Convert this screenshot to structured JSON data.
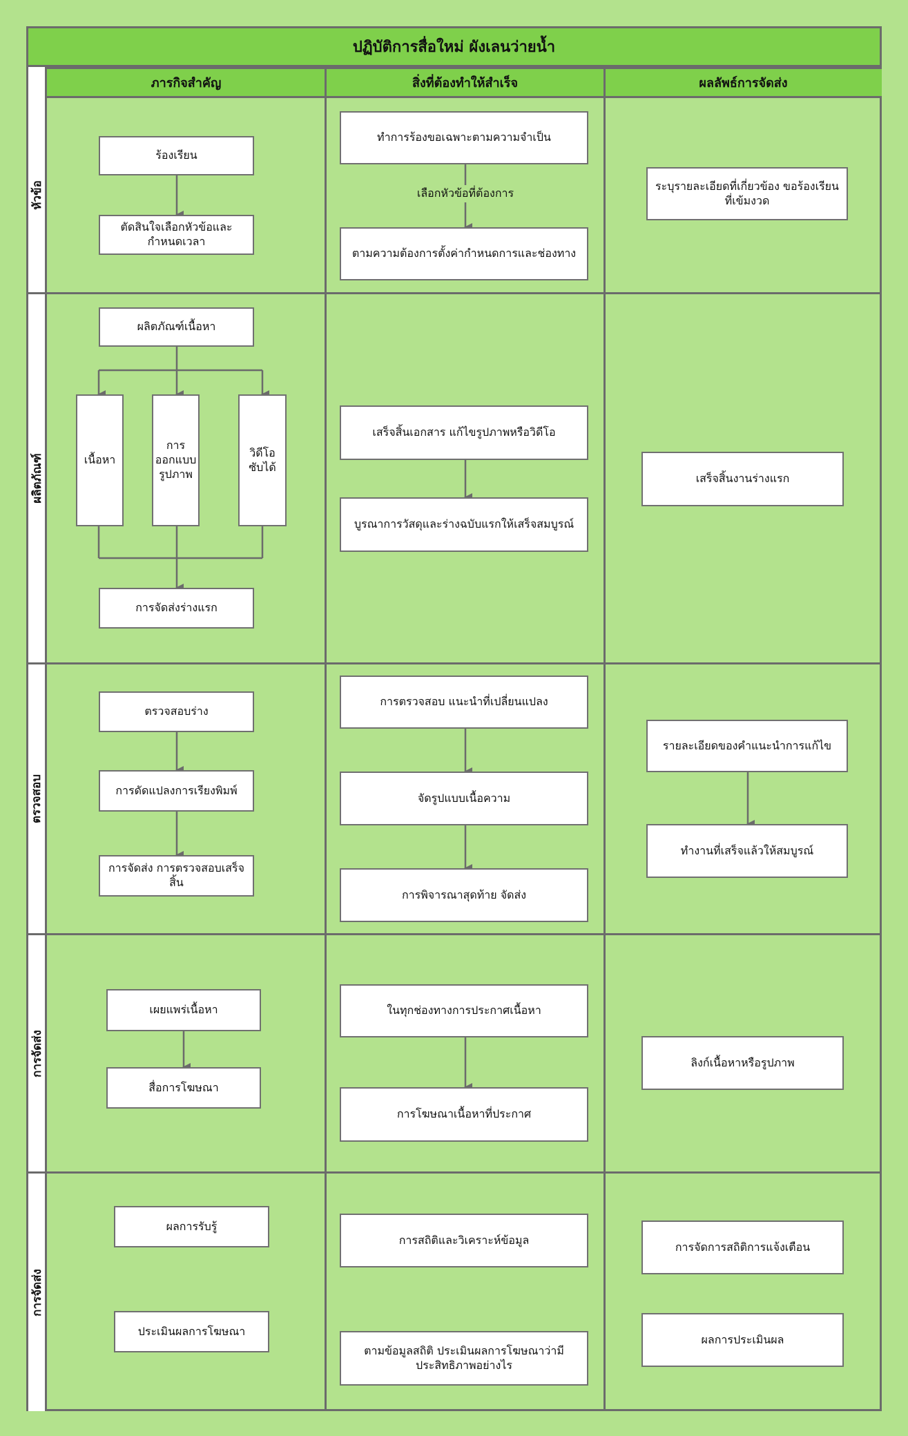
{
  "title": "ปฏิบัติการสื่อใหม่ ผังเลนว่ายน้ำ",
  "columns": [
    "ภารกิจสำคัญ",
    "สิ่งที่ต้องทำให้สำเร็จ",
    "ผลลัพธ์การจัดส่ง"
  ],
  "rows": [
    "หัวข้อ",
    "ผลิตภัณฑ์",
    "ตรวจสอบ",
    "การจัดส่ง",
    "การจัดส่ง"
  ],
  "nodes": {
    "r1c1a": "ร้องเรียน",
    "r1c1b": "ตัดสินใจเลือกหัวข้อและกำหนดเวลา",
    "r1c2a": "ทำการร้องขอเฉพาะตามความจำเป็น",
    "r1c2b": "ตามความต้องการตั้งค่ากำหนดการและช่องทาง",
    "r1c3a": "ระบุรายละเอียดที่เกี่ยวข้อง ขอร้องเรียนที่เข้มงวด",
    "r2c1a": "ผลิตภัณฑ์เนื้อหา",
    "r2c1b": "เนื้อหา",
    "r2c1c": "การออกแบบรูปภาพ",
    "r2c1d": "วิดีโอ ซับได้",
    "r2c1e": "การจัดส่งร่างแรก",
    "r2c2a": "เสร็จสิ้นเอกสาร แก้ไขรูปภาพหรือวิดีโอ",
    "r2c2b": "บูรณาการวัสดุและร่างฉบับแรกให้เสร็จสมบูรณ์",
    "r2c3a": "เสร็จสิ้นงานร่างแรก",
    "r3c1a": "ตรวจสอบร่าง",
    "r3c1b": "การดัดแปลงการเรียงพิมพ์",
    "r3c1c": "การจัดส่ง การตรวจสอบเสร็จสิ้น",
    "r3c2a": "การตรวจสอบ แนะนำที่เปลี่ยนแปลง",
    "r3c2b": "จัดรูปแบบเนื้อความ",
    "r3c2c": "การพิจารณาสุดท้าย จัดส่ง",
    "r3c3a": "รายละเอียดของคำแนะนำการแก้ไข",
    "r3c3b": "ทำงานที่เสร็จแล้วให้สมบูรณ์",
    "r4c1a": "เผยแพร่เนื้อหา",
    "r4c1b": "สื่อการโฆษณา",
    "r4c2a": "ในทุกช่องทางการประกาศเนื้อหา",
    "r4c2b": "การโฆษณาเนื้อหาที่ประกาศ",
    "r4c3a": "ลิงก์เนื้อหาหรือรูปภาพ",
    "r5c1a": "ผลการรับรู้",
    "r5c1b": "ประเมินผลการโฆษณา",
    "r5c2a": "การสถิติและวิเคราะห์ข้อมูล",
    "r5c2b": "ตามข้อมูลสถิติ ประเมินผลการโฆษณาว่ามีประสิทธิภาพอย่างไร",
    "r5c3a": "การจัดการสถิติการแจ้งเตือน",
    "r5c3b": "ผลการประเมินผล"
  },
  "edge_labels": {
    "r1c2_link": "เลือกหัวข้อที่ต้องการ"
  }
}
